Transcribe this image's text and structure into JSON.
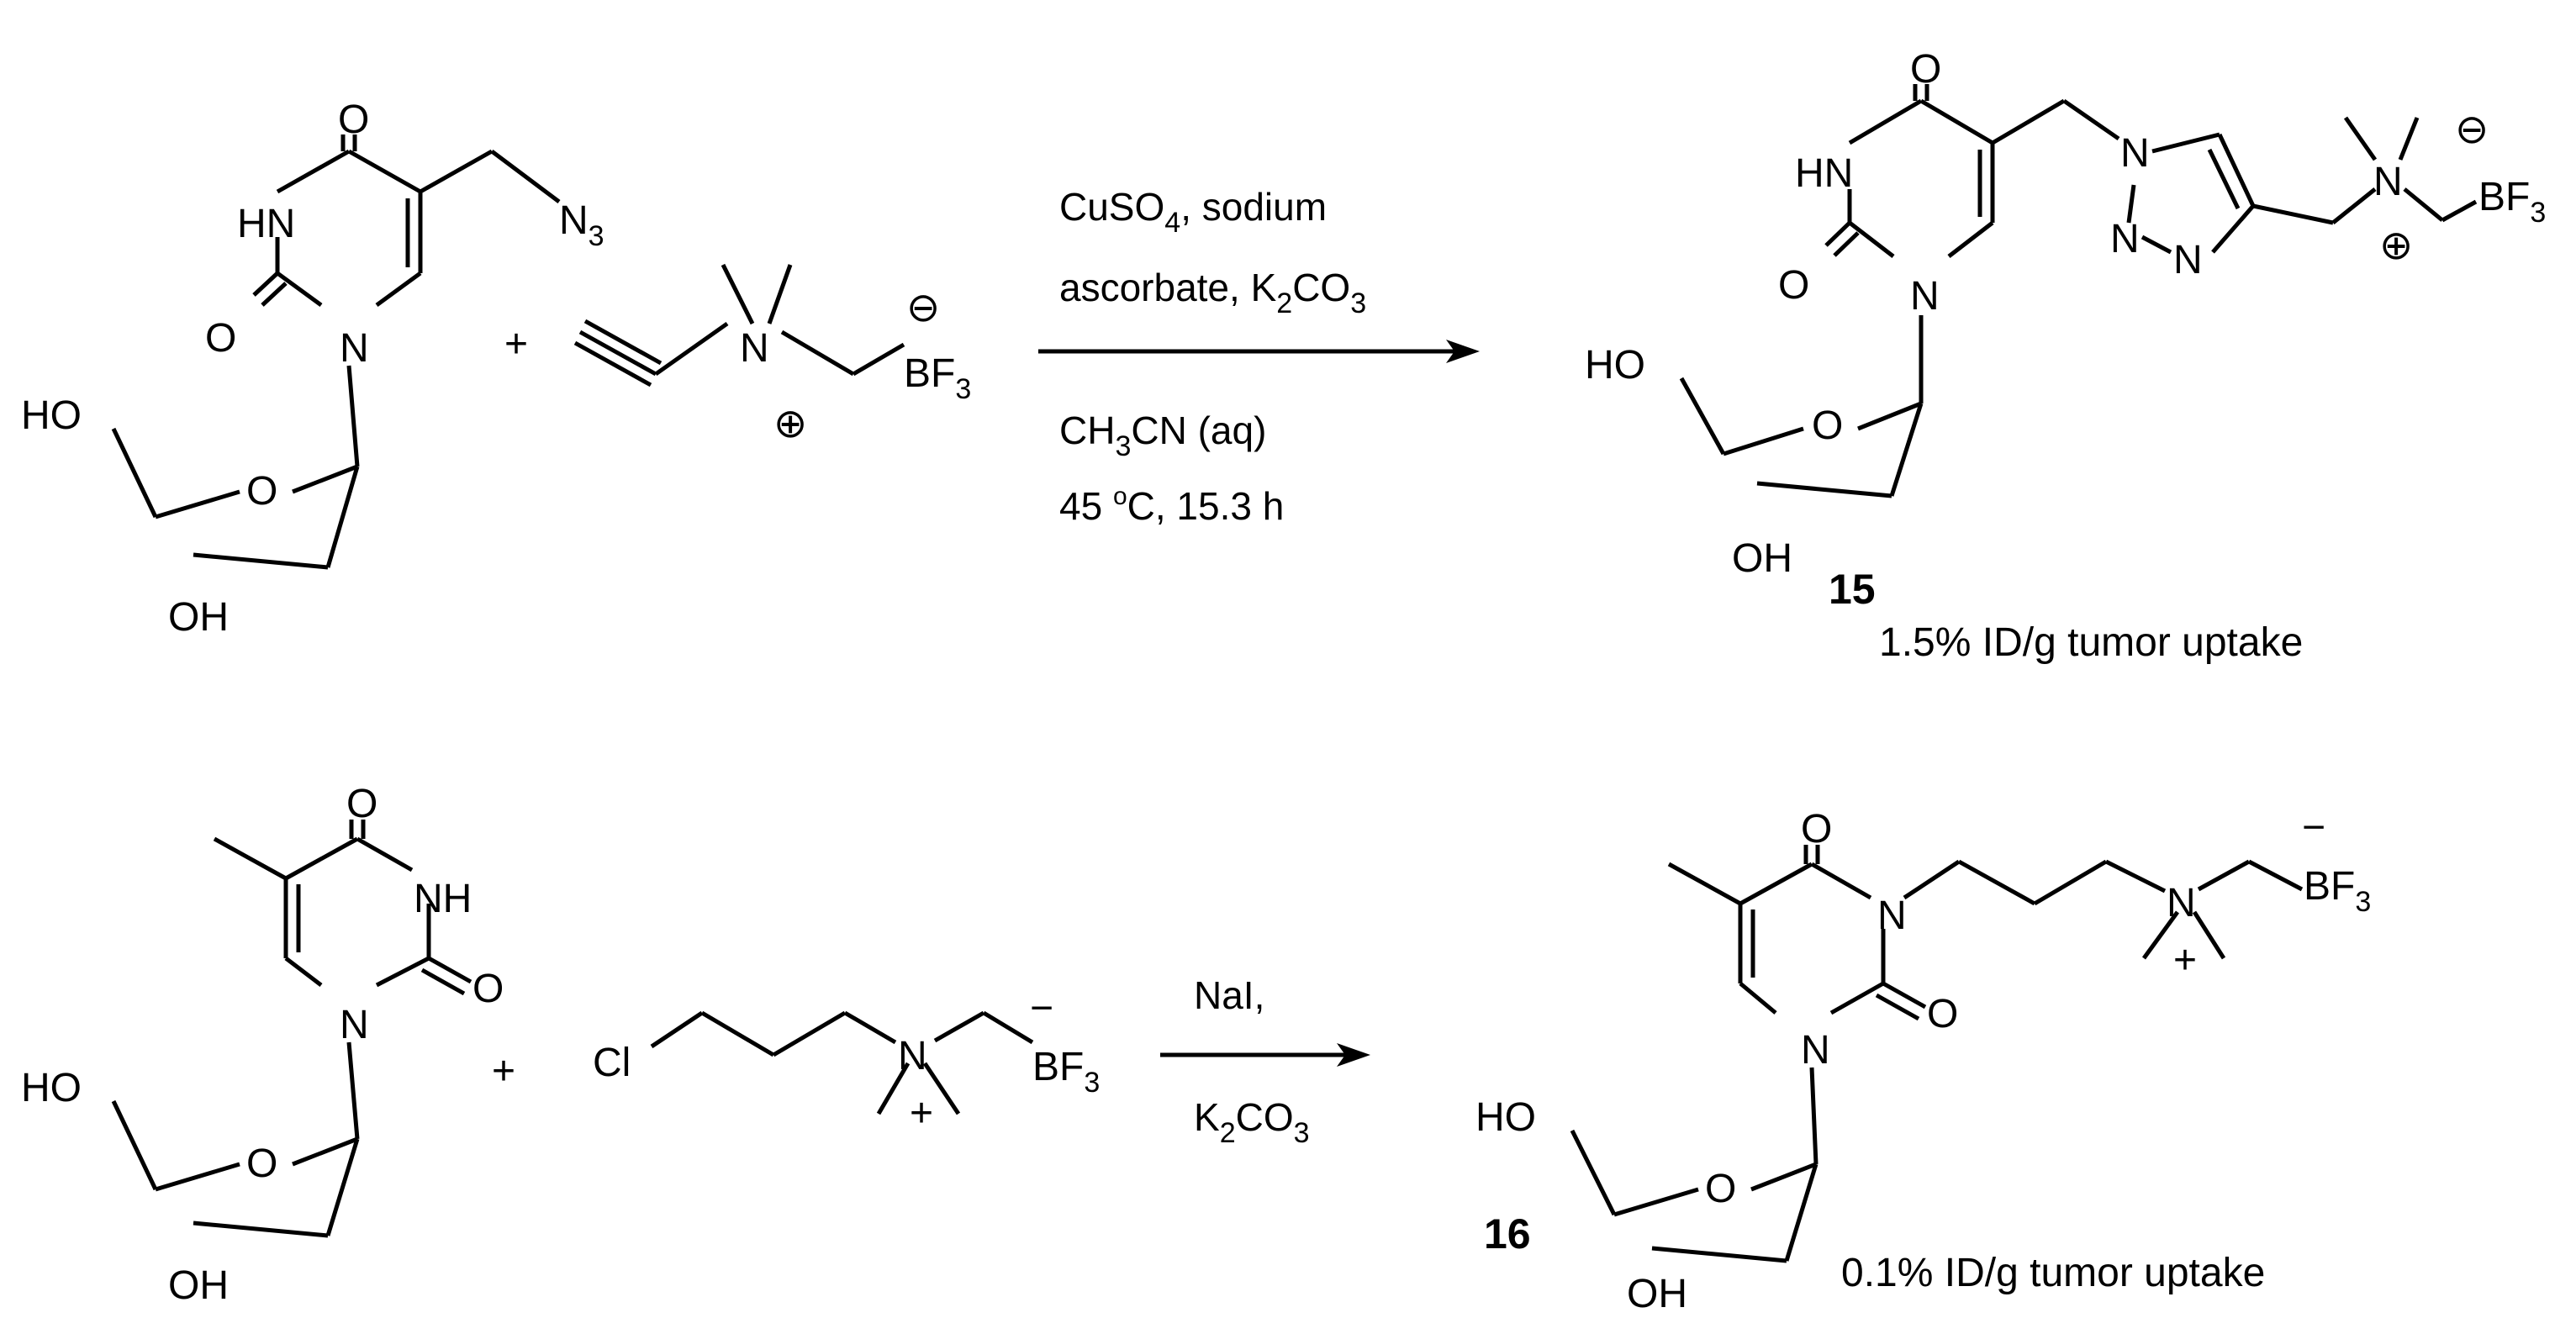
{
  "atoms": {
    "hn": "HN",
    "nh": "NH",
    "o": "O",
    "n": "N",
    "ho": "HO",
    "oh": "OH",
    "cl": "Cl",
    "b": "B",
    "f": "F",
    "three": "3",
    "plus": "+",
    "minus": "−",
    "plus_circled": "⊕",
    "minus_circled": "⊖"
  },
  "row1": {
    "plus_sign": "+",
    "conditions": {
      "cuso4_a": "CuSO",
      "cuso4_sub": "4",
      "cuso4_b": ", sodium",
      "asc_a": "ascorbate, K",
      "asc_sub": "2",
      "asc_b": "CO",
      "asc_sub2": "3",
      "ch3cn_a": "CH",
      "ch3cn_sub": "3",
      "ch3cn_b": "CN (aq)",
      "temp_a": "45 ",
      "temp_sup": "o",
      "temp_b": "C, 15.3 h"
    },
    "product_label": "15",
    "uptake": "1.5% ID/g tumor uptake"
  },
  "row2": {
    "plus_sign": "+",
    "conditions": {
      "nai": "NaI,",
      "k2co3_a": "K",
      "k2co3_sub": "2",
      "k2co3_b": "CO",
      "k2co3_sub2": "3"
    },
    "product_label": "16",
    "uptake": "0.1% ID/g tumor uptake"
  }
}
